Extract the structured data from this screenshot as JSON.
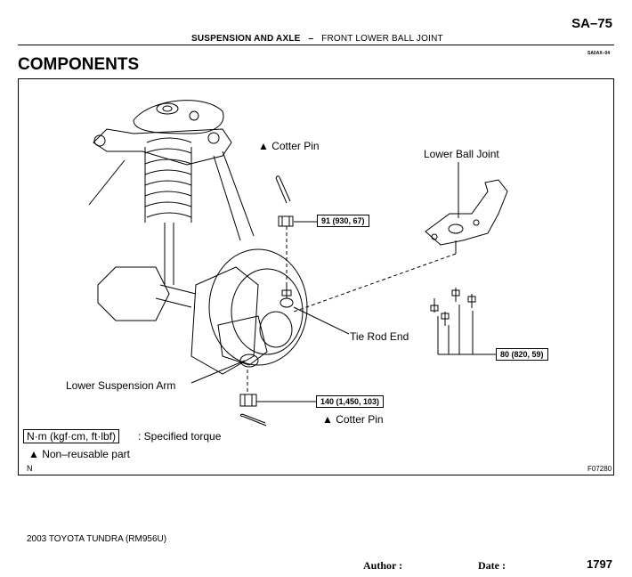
{
  "header": {
    "page_number": "SA–75",
    "section": "SUSPENSION AND AXLE",
    "separator": "–",
    "subsection": "FRONT LOWER BALL JOINT",
    "code": "SA0AX–04"
  },
  "title": "COMPONENTS",
  "figure": {
    "labels": {
      "cotter_pin_top": "▲ Cotter Pin",
      "lower_ball_joint": "Lower Ball Joint",
      "tie_rod_end": "Tie Rod End",
      "lower_suspension_arm": "Lower Suspension Arm",
      "cotter_pin_bottom": "▲ Cotter Pin"
    },
    "torque_values": {
      "nut_top": "91 (930, 67)",
      "bolts": "80 (820, 59)",
      "nut_bottom": "140 (1,450, 103)"
    },
    "legend": {
      "torque_unit": "N·m (kgf·cm, ft·lbf)",
      "torque_desc": ": Specified torque",
      "non_reusable": "▲ Non–reusable part"
    },
    "corner_mark": "N",
    "figure_code": "F07280"
  },
  "footer": {
    "model": "2003 TOYOTA TUNDRA   (RM956U)",
    "author_label": "Author :",
    "date_label": "Date :",
    "page": "1797"
  }
}
